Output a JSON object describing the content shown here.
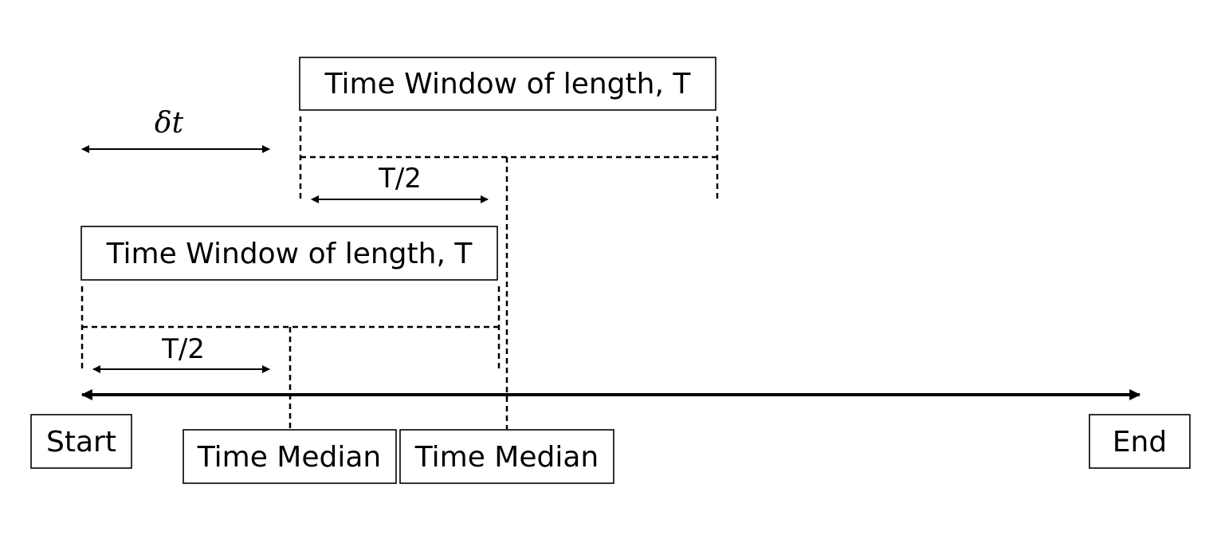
{
  "windows": [
    {
      "label": "Time Window of length, T",
      "half_label": "T/2",
      "median_label": "Time Median"
    },
    {
      "label": "Time Window of length, T",
      "half_label": "T/2",
      "median_label": "Time Median"
    }
  ],
  "shift_label": "δt",
  "timeline": {
    "start_label": "Start",
    "end_label": "End"
  }
}
